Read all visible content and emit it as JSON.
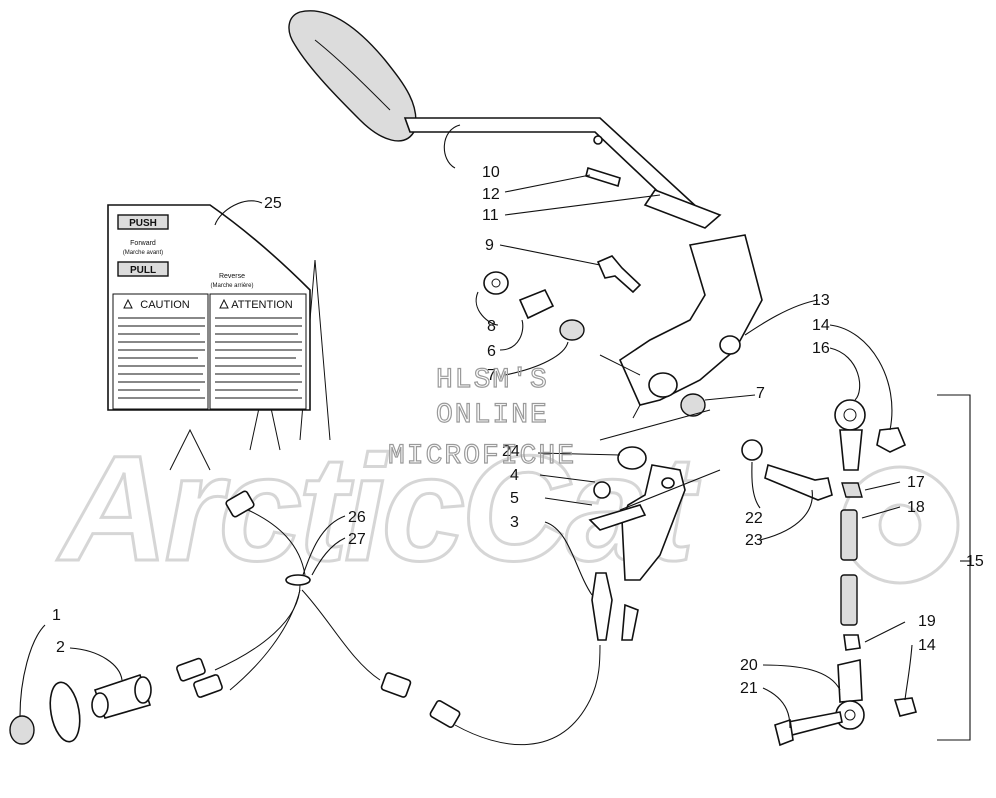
{
  "watermark": {
    "line1": "HLSM'S",
    "line2": "ONLINE",
    "line3": "MICROFICHE"
  },
  "caution_label": {
    "push_text": "PUSH",
    "forward_text": "Forward",
    "forward_fr": "(Marche avant)",
    "pull_text": "PULL",
    "reverse_text": "Reverse",
    "reverse_fr": "(Marche arrière)",
    "caution_heading": "CAUTION",
    "attention_heading": "ATTENTION"
  },
  "callouts": [
    {
      "id": "1",
      "text": "1"
    },
    {
      "id": "2",
      "text": "2"
    },
    {
      "id": "3",
      "text": "3"
    },
    {
      "id": "4",
      "text": "4"
    },
    {
      "id": "5",
      "text": "5"
    },
    {
      "id": "6",
      "text": "6"
    },
    {
      "id": "7a",
      "text": "7"
    },
    {
      "id": "7b",
      "text": "7"
    },
    {
      "id": "8",
      "text": "8"
    },
    {
      "id": "9",
      "text": "9"
    },
    {
      "id": "10",
      "text": "10"
    },
    {
      "id": "11",
      "text": "11"
    },
    {
      "id": "12",
      "text": "12"
    },
    {
      "id": "13",
      "text": "13"
    },
    {
      "id": "14a",
      "text": "14"
    },
    {
      "id": "14b",
      "text": "14"
    },
    {
      "id": "15",
      "text": "15"
    },
    {
      "id": "16",
      "text": "16"
    },
    {
      "id": "17",
      "text": "17"
    },
    {
      "id": "18",
      "text": "18"
    },
    {
      "id": "19",
      "text": "19"
    },
    {
      "id": "20",
      "text": "20"
    },
    {
      "id": "21",
      "text": "21"
    },
    {
      "id": "22",
      "text": "22"
    },
    {
      "id": "23",
      "text": "23"
    },
    {
      "id": "24",
      "text": "24"
    },
    {
      "id": "25",
      "text": "25"
    },
    {
      "id": "26",
      "text": "26"
    },
    {
      "id": "27",
      "text": "27"
    }
  ]
}
